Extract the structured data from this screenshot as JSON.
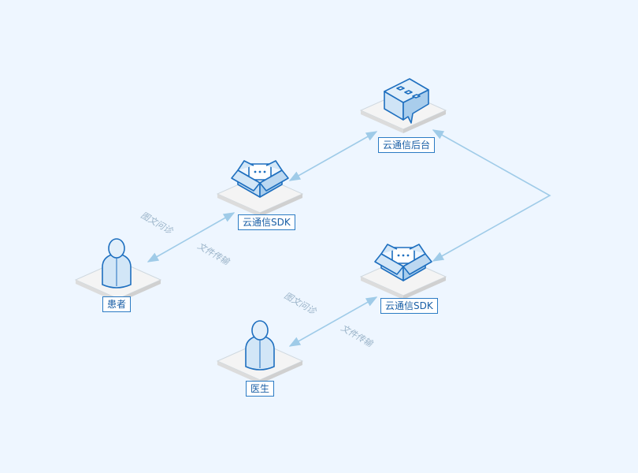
{
  "colors": {
    "background": "#eef6ff",
    "accent": "#2b7bc4",
    "line": "#9fcbe8",
    "icon_fill": "#d2e6f7",
    "platform": "#f4f4f4"
  },
  "nodes": {
    "patient": {
      "label": "患者",
      "icon": "person-icon"
    },
    "doctor": {
      "label": "医生",
      "icon": "person-icon"
    },
    "sdk_top": {
      "label": "云通信SDK",
      "icon": "open-box-icon"
    },
    "sdk_bottom": {
      "label": "云通信SDK",
      "icon": "open-box-icon"
    },
    "backend": {
      "label": "云通信后台",
      "icon": "building-icon"
    }
  },
  "edges": {
    "patient_sdk": {
      "label_1": "图文问诊",
      "label_2": "文件传输"
    },
    "doctor_sdk": {
      "label_1": "图文问诊",
      "label_2": "文件传输"
    }
  }
}
